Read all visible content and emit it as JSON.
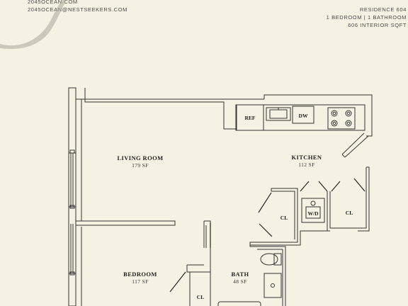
{
  "header": {
    "left_lines": [
      "2045OCEAN.COM",
      "2045OCEAN@NESTSEEKERS.COM"
    ],
    "right_lines": [
      "RESIDENCE 604",
      "1 BEDROOM | 1 BATHROOM",
      "606 INTERIOR SQFT"
    ]
  },
  "rooms": {
    "living_room": {
      "name": "LIVING ROOM",
      "area": "179 SF"
    },
    "kitchen": {
      "name": "KITCHEN",
      "area": "112 SF"
    },
    "bedroom": {
      "name": "BEDROOM",
      "area": "117 SF"
    },
    "bath": {
      "name": "BATH",
      "area": "48 SF"
    }
  },
  "fixtures": {
    "refrigerator": "REF",
    "dishwasher": "DW",
    "washer_dryer": "W/D",
    "closet_1": "CL",
    "closet_2": "CL",
    "closet_3": "CL"
  },
  "colors": {
    "background": "#f6f2e3",
    "wall_stroke": "#333333",
    "swoosh": "#a9a59a"
  }
}
